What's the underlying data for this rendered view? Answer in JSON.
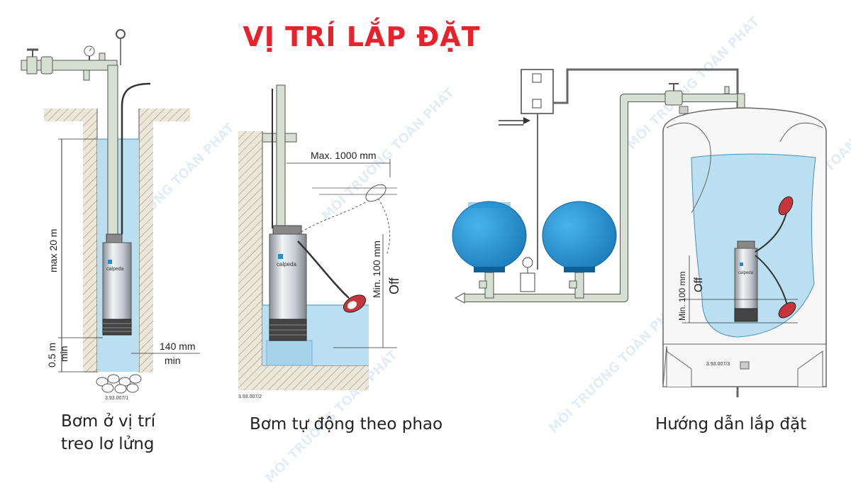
{
  "title": "VỊ TRÍ LẮP ĐẶT",
  "watermark": "MÔI TRƯỜNG TOÀN PHÁT",
  "brand": "calpeda",
  "colors": {
    "title": "#e8212b",
    "water": "#b9dff0",
    "tank": "#1f8fd1",
    "pipe": "#d6dfd2",
    "wall": "#e9e3d6"
  },
  "diagrams": {
    "suspended": {
      "label_max_depth": "max 20 m",
      "label_min_depth": "0.5 m",
      "label_min_depth_sub": "min",
      "label_width": "140 mm",
      "label_width_sub": "min",
      "code": "3.93.007/1",
      "caption": "Bơm ở vị trí treo lơ lửng"
    },
    "float": {
      "label_max_cable": "Max. 1000 mm",
      "label_min_level": "Min. 100 mm",
      "label_off": "Off",
      "code": "3.93.007/2",
      "caption": "Bơm tự động theo phao"
    },
    "install": {
      "label_min_level": "Min. 100 mm",
      "label_off": "Off",
      "code": "3.93.007/3",
      "caption": "Hướng dẫn lắp đặt"
    }
  }
}
